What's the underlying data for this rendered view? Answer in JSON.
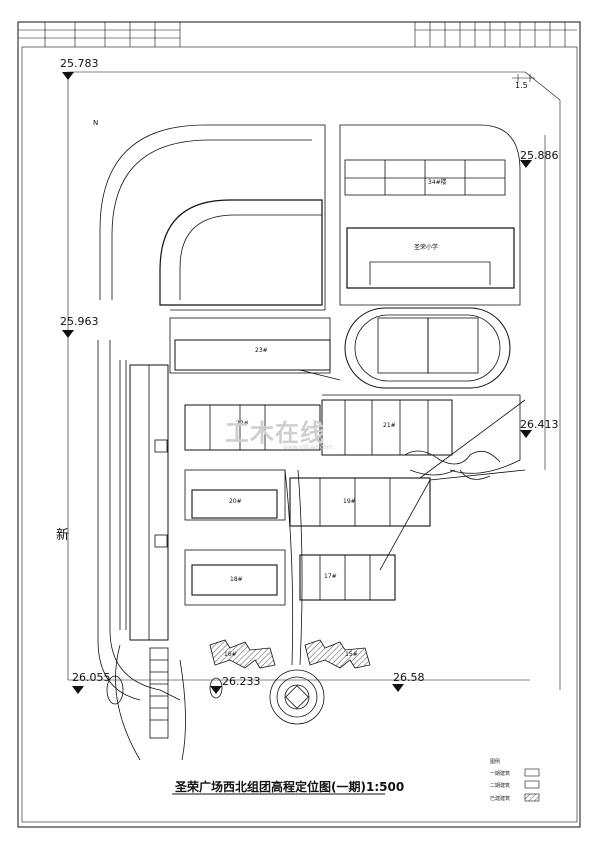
{
  "drawing": {
    "title": "圣荣广场西北组团高程定位图(一期)1:500",
    "side_label": "新",
    "scale_dim": "1.5",
    "corner_mark": "N"
  },
  "elevations": {
    "top_left": "25.783",
    "top_right": "25.886",
    "mid_left": "25.963",
    "mid_right": "26.413",
    "bottom_left": "26.055",
    "bottom_center": "26.233",
    "bottom_right": "26.58"
  },
  "buildings": {
    "b34": "34#楼",
    "school": "圣荣小学",
    "b23": "23#",
    "b22": "22#",
    "b21": "21#",
    "b20": "20#",
    "b19": "19#",
    "b18": "18#",
    "b17": "17#",
    "b16": "16#",
    "b15": "15#"
  },
  "legend": {
    "heading": "图例",
    "item1": "一期建筑",
    "item2": "二期建筑",
    "item3": "已建建筑"
  },
  "watermark": {
    "text": "工木在线",
    "url": "www.mfcad.com"
  }
}
